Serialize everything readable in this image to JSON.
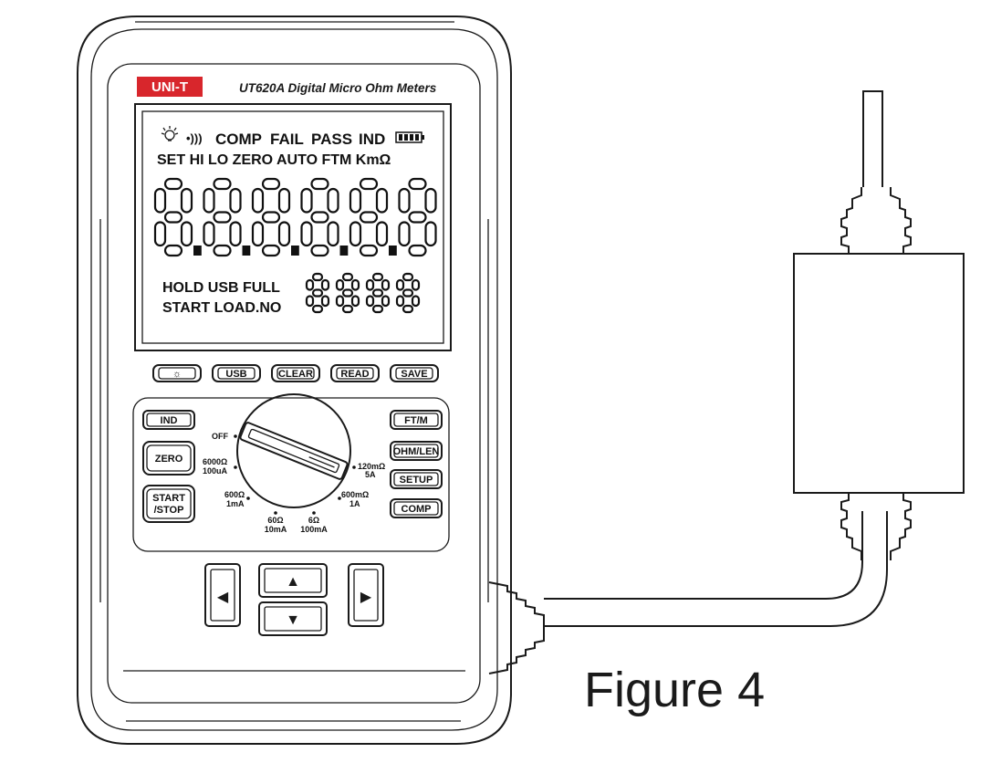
{
  "device": {
    "brand": "UNI-T",
    "model_title": "UT620A Digital Micro Ohm  Meters"
  },
  "lcd": {
    "row1": [
      "COMP",
      "FAIL",
      "PASS",
      "IND"
    ],
    "row2": "SET HI LO ZERO AUTO FTM KmΩ",
    "main_digits": "8.8.8.8.8.8",
    "hold_row": "HOLD USB FULL",
    "start_row": "START LOAD.NO",
    "sub_digits": "8888"
  },
  "top_buttons": [
    "☼",
    "USB",
    "CLEAR",
    "READ",
    "SAVE"
  ],
  "left_keys": {
    "ind": "IND",
    "zero": "ZERO",
    "start_1": "START",
    "start_2": "/STOP"
  },
  "right_keys": {
    "ftm": "FT/M",
    "ohm": "OHM/LEN",
    "setup": "SETUP",
    "comp": "COMP"
  },
  "dial": {
    "off": "OFF",
    "r6000_1": "6000Ω",
    "r6000_2": "100uA",
    "r600_1": "600Ω",
    "r600_2": "1mA",
    "r60_1": "60Ω",
    "r60_2": "10mA",
    "r6_1": "6Ω",
    "r6_2": "100mA",
    "r600m_1": "600mΩ",
    "r600m_2": "1A",
    "r120m_1": "120mΩ",
    "r120m_2": "5A"
  },
  "nav": {
    "up": "▲",
    "down": "▼",
    "left": "◀",
    "right": "▶"
  },
  "caption": "Figure 4",
  "colors": {
    "brand_red": "#d8262c",
    "line": "#1a1a1a",
    "panel": "#ffffff"
  }
}
